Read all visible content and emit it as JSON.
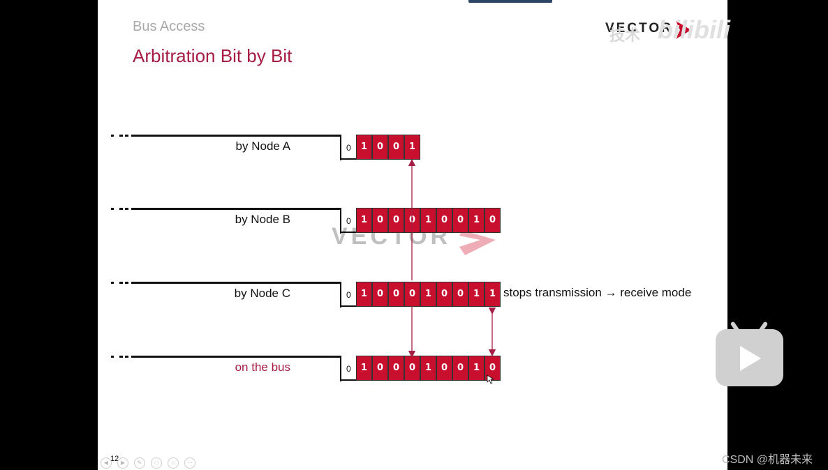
{
  "slide": {
    "section_title": "Bus Access",
    "title": "Arbitration Bit by Bit",
    "logo_text": "VECTOR",
    "page_number": "12",
    "note": "stops transmission → receive mode",
    "watermark_text": "VECTOR",
    "rows": [
      {
        "label": "by Node A",
        "label_color": "#111111",
        "start_bit": "0",
        "bits": [
          "1",
          "0",
          "0",
          "1"
        ]
      },
      {
        "label": "by Node B",
        "label_color": "#111111",
        "start_bit": "0",
        "bits": [
          "1",
          "0",
          "0",
          "0",
          "1",
          "0",
          "0",
          "1",
          "0"
        ]
      },
      {
        "label": "by Node C",
        "label_color": "#111111",
        "start_bit": "0",
        "bits": [
          "1",
          "0",
          "0",
          "0",
          "1",
          "0",
          "0",
          "1",
          "1"
        ]
      },
      {
        "label": "on the bus",
        "label_color": "#a61c44",
        "start_bit": "0",
        "bits": [
          "1",
          "0",
          "0",
          "0",
          "1",
          "0",
          "0",
          "1",
          "0"
        ]
      }
    ]
  },
  "overlay": {
    "bilibili_text": "技术",
    "bilibili_logo": "bilibili",
    "credit": "CSDN @机器未来"
  },
  "colors": {
    "accent": "#a61c44",
    "bit_fill": "#c8102e",
    "arrow": "#a61c44"
  },
  "icons": [
    "play-icon",
    "toolbar-prev-icon",
    "toolbar-next-icon",
    "toolbar-pen-icon",
    "toolbar-copy-icon",
    "toolbar-zoom-icon",
    "toolbar-more-icon"
  ]
}
